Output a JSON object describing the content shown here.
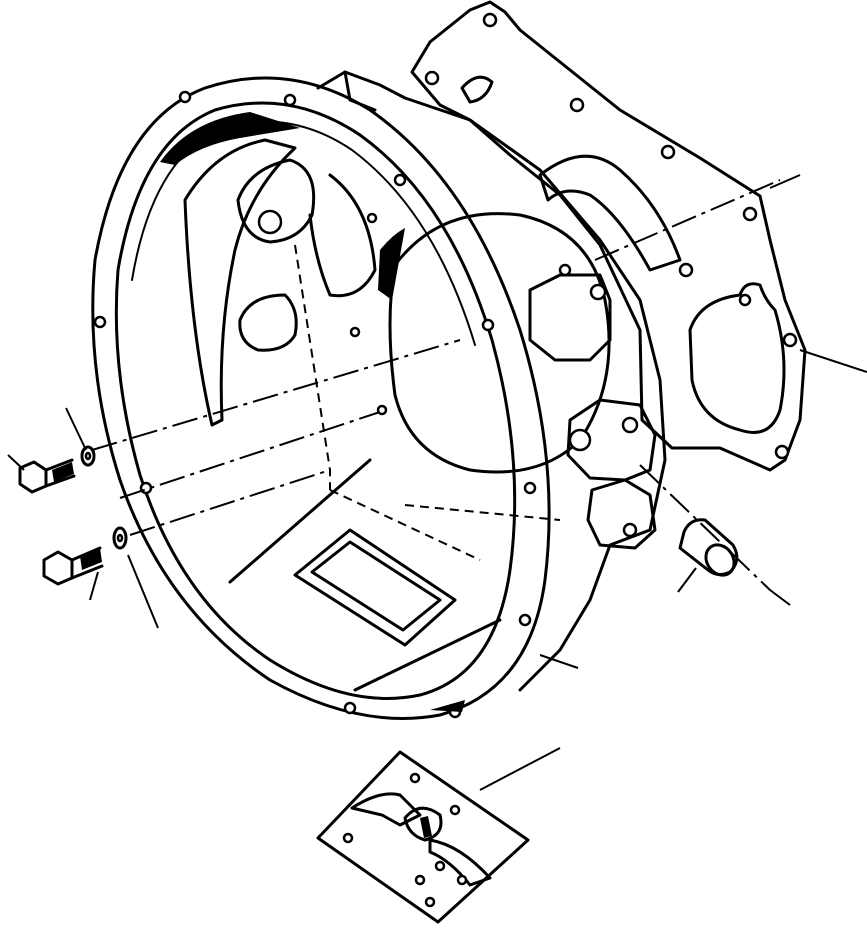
{
  "colors": {
    "ink": "#000000",
    "paper": "#ffffff"
  },
  "parts": [
    {
      "id": "flywheel-housing",
      "icon": "flywheel-housing-icon"
    },
    {
      "id": "gasket",
      "icon": "gasket-icon"
    },
    {
      "id": "bolt-upper",
      "icon": "bolt-icon"
    },
    {
      "id": "washer-upper",
      "icon": "washer-icon"
    },
    {
      "id": "bolt-lower",
      "icon": "bolt-icon"
    },
    {
      "id": "washer-lower",
      "icon": "washer-icon"
    },
    {
      "id": "dowel-bushing",
      "icon": "bushing-icon"
    },
    {
      "id": "cover-plate",
      "icon": "cover-plate-icon"
    }
  ]
}
